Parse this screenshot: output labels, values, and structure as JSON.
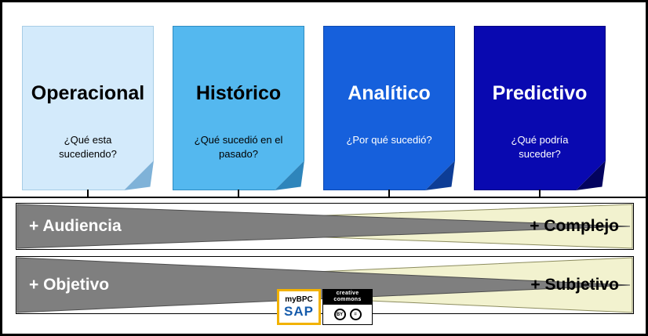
{
  "notes": [
    {
      "title": "Operacional",
      "question": "¿Qué esta sucediendo?"
    },
    {
      "title": "Histórico",
      "question": "¿Qué sucedió en el pasado?"
    },
    {
      "title": "Analítico",
      "question": "¿Por qué sucedió?"
    },
    {
      "title": "Predictivo",
      "question": "¿Qué podría suceder?"
    }
  ],
  "bars": [
    {
      "left_label": "+ Audiencia",
      "right_label": "+ Complejo"
    },
    {
      "left_label": "+ Objetivo",
      "right_label": "+ Subjetivo"
    }
  ],
  "logo": {
    "product": "myBPC",
    "brand": "SAP",
    "cc_title": "creative commons",
    "cc_badges": {
      "0": "BY",
      "1": "="
    }
  },
  "colors": {
    "note_operacional_fill": "#d3eafb",
    "note_operacional_fold": "#7fb2d8",
    "note_historico_fill": "#54b8ef",
    "note_historico_fold": "#2e85bb",
    "note_analitico_fill": "#1660dc",
    "note_analitico_fold": "#0d3d96",
    "note_predictivo_fill": "#0909b0",
    "note_predictivo_fold": "#03035f",
    "bar_gray": "#7f7f7f",
    "bar_cream": "#f2f2cf",
    "sap_blue": "#155bab",
    "sap_gold_border": "#f2b200"
  }
}
